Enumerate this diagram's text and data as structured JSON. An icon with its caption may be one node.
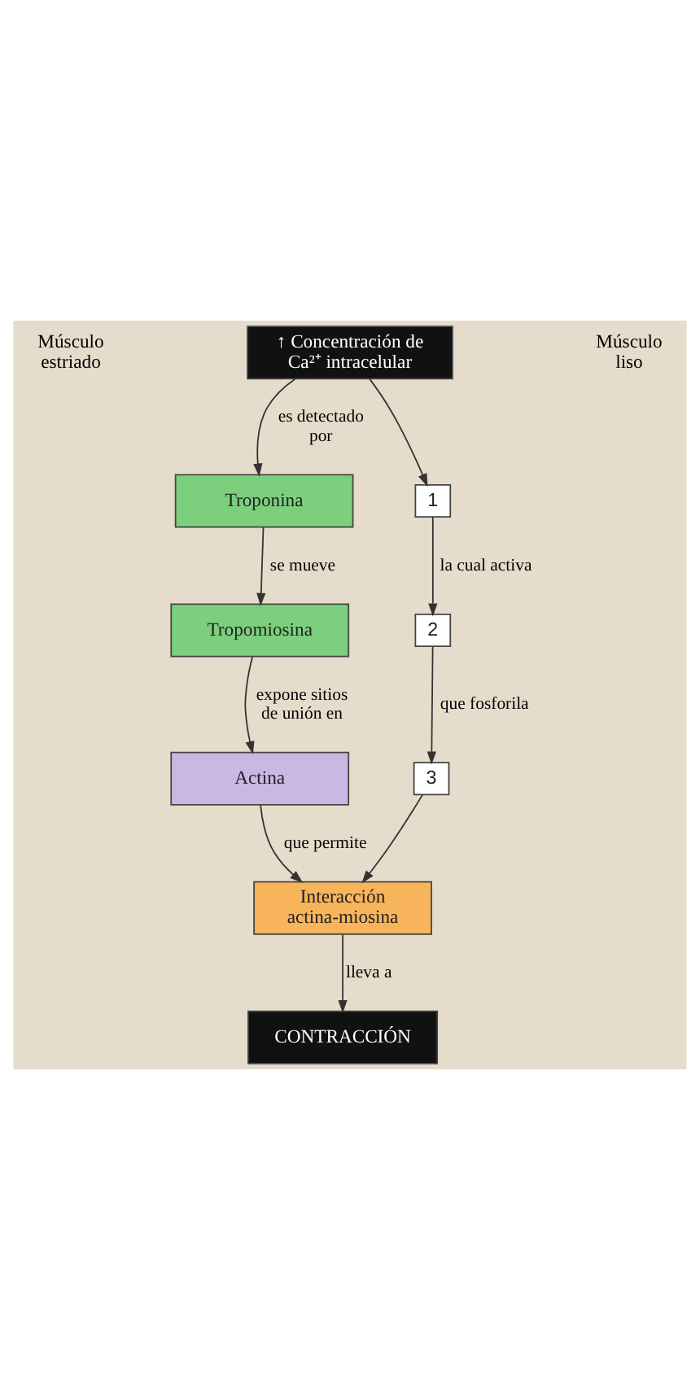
{
  "diagram": {
    "nodes": [
      {
        "text": [
          "↑ Concentración de Ca²⁺ intracelular"
        ]
      },
      {
        "text": [
          "Troponina"
        ]
      },
      {
        "text": [
          "Tropomiosina"
        ]
      },
      {
        "text": [
          "Actina"
        ]
      },
      {
        "text": [
          "1"
        ]
      },
      {
        "text": [
          "2"
        ]
      },
      {
        "text": [
          "3"
        ]
      },
      {
        "text": [
          "Interacción actina-miosina"
        ]
      },
      {
        "text": [
          "CONTRACCIÓN"
        ]
      }
    ],
    "edges": [
      {
        "from": 0,
        "to": 1,
        "arrow": "to",
        "label": "es detectado por"
      },
      {
        "from": 0,
        "to": 4,
        "arrow": "to"
      },
      {
        "from": 1,
        "to": 2,
        "arrow": "to",
        "label": "se mueve"
      },
      {
        "from": 4,
        "to": 5,
        "arrow": "to",
        "label": "la cual activa"
      },
      {
        "from": 2,
        "to": 3,
        "arrow": "to",
        "label": "expone sitios de unión en"
      },
      {
        "from": 5,
        "to": 6,
        "arrow": "to",
        "label": "que fosforila"
      },
      {
        "from": 3,
        "to": 7,
        "arrow": "to",
        "label": "que permite"
      },
      {
        "from": 6,
        "to": 7,
        "arrow": "to"
      },
      {
        "from": 7,
        "to": 8,
        "arrow": "to",
        "label": "lleva a"
      }
    ],
    "labels": [
      "Músculo estriado",
      "Músculo liso"
    ]
  }
}
